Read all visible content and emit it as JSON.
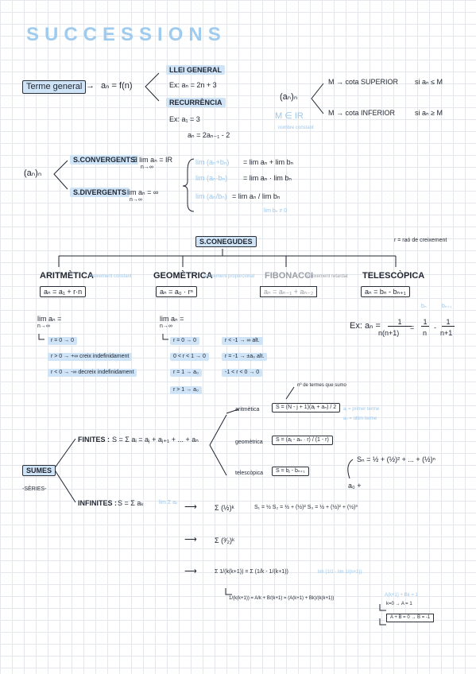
{
  "title": "SUCCESSIONS",
  "terme": {
    "label": "Terme general",
    "arrow": "→",
    "formula": "aₙ = f(n)",
    "llei": "LLEI GENERAL",
    "llei_ex": "Ex: aₙ = 2n + 3",
    "recurrencia": "RECURRÈNCIA",
    "rec_ex1": "Ex: a₁ = 3",
    "rec_ex2": "aₙ = 2aₙ₋₁ - 2"
  },
  "cotes": {
    "an": "(aₙ)ₙ",
    "superior": "M → cota SUPERIOR",
    "superior_cond": "si  aₙ ≤ M",
    "inferior": "M → cota INFERIOR",
    "inferior_cond": "si  aₙ ≥ M",
    "note_m": "M ∈ IR",
    "note_m_sub": "nombre constant"
  },
  "convergencia": {
    "an": "(aₙ)ₙ",
    "conv": "S.CONVERGENTS",
    "conv_cond": "∃ lim aₙ = IR",
    "div": "S.DIVERGENTS",
    "div_cond": "lim aₙ = ∞",
    "n_inf": "n→∞",
    "sum_left": "lim (aₙ+bₙ)",
    "sum_right": "= lim aₙ + lim bₙ",
    "prod_left": "lim (aₙ·bₙ)",
    "prod_right": "= lim aₙ · lim bₙ",
    "quot_left": "lim (aₙ/bₙ)",
    "quot_right": "= lim aₙ / lim bₙ",
    "quot_note": "lim bₙ ≠ 0"
  },
  "conegudes": {
    "title": "S.CONEGUDES",
    "note": "r = raó de creixement",
    "aritmetica": "ARITMÈTICA",
    "aritmetica_note": "creixement constant",
    "aritmetica_f": "aₙ = a₁ + r·n",
    "geometrica": "GEOMÈTRICA",
    "geometrica_note": "creixement proporcional",
    "geometrica_f": "aₙ = a₀ · rⁿ",
    "fibonacci": "FIBONACCI",
    "fibonacci_note": "creixement retardat",
    "fibonacci_f": "aₙ = aₙ₋₁ + aₙ₋₂",
    "telescopica": "TELESCÒPICA",
    "telescopica_f": "aₙ = bₙ - bₙ₊₁"
  },
  "aritm_lim": {
    "head": "lim aₙ =",
    "head_sub": "n→∞",
    "r0": "r = 0 → 0",
    "rpos": "r > 0 → +∞  creix indefinidament",
    "rneg": "r < 0 → -∞  decreix indefinidament"
  },
  "geom_lim": {
    "head": "lim aₙ =",
    "head_sub": "n→∞",
    "r0": "r = 0 → 0",
    "r01": "0 < r < 1 → 0",
    "r1": "r = 1 → a₀",
    "rg1": "r > 1 → a₀",
    "rlm1": "r < -1 → ∞ alt.",
    "rm1": "r = -1 → ±a₀ alt.",
    "rm10": "-1 < r < 0 → 0"
  },
  "tele_ex": {
    "bn": "bₙ",
    "bn1": "bₙ₊₁",
    "ex": "Ex: aₙ =",
    "num": "1",
    "den": "n(n+1)",
    "eq": "=",
    "t1_num": "1",
    "t1_den": "n",
    "minus": "-",
    "t2_num": "1",
    "t2_den": "n+1"
  },
  "sumes": {
    "label": "SUMES",
    "sub": "-SÈRIES-",
    "finites": "FINITES :",
    "finites_f": "S = Σ aᵢ = aⱼ + aⱼ₊₁ + ... + aₙ",
    "n_terms": "nº de termes que sumo",
    "aritmetica": "aritmètica",
    "aritmetica_f": "S = (N - j + 1)(aⱼ + aₙ) / 2",
    "first_term": "aⱼ = primer terme",
    "last_term": "aₙ = últim terme",
    "geometrica": "geomètrica",
    "geometrica_f": "S = (aⱼ - aₙ · r) / (1 - r)",
    "telescopica": "telescòpica",
    "telescopica_f": "S = bⱼ - bₙ₊₁",
    "partial": "Sₙ = ½ + (½)² + ... + (½)ⁿ",
    "partial_note": "a₀ +",
    "infinites": "INFINITES :",
    "infinites_f": "S = Σ aₖ",
    "infinites_note": "lim Σ aₖ",
    "ex1": "Σ (½)ᵏ",
    "ex1_s": "S₁ = ½    S₂ = ½ + (½)²    S₃ = ½ + (½)² + (½)³",
    "ex2": "Σ (³⁄₂)ᵏ",
    "ex3": "Σ 1/(k(k+1)) = Σ (1/k - 1/(k+1))",
    "ex3_note": "lim (1/1 - lim 1/(n+1))",
    "decomp": "1/(k(k+1)) = A/k + B/(k+1) = (A(k+1) + Bk)/(k(k+1))",
    "decomp_note1": "A(k+1) + Bk = 1",
    "decomp_note2": "k=0 → A = 1",
    "decomp_note3": "A + B = 0 → B = -1",
    "arrow": "⟶"
  }
}
